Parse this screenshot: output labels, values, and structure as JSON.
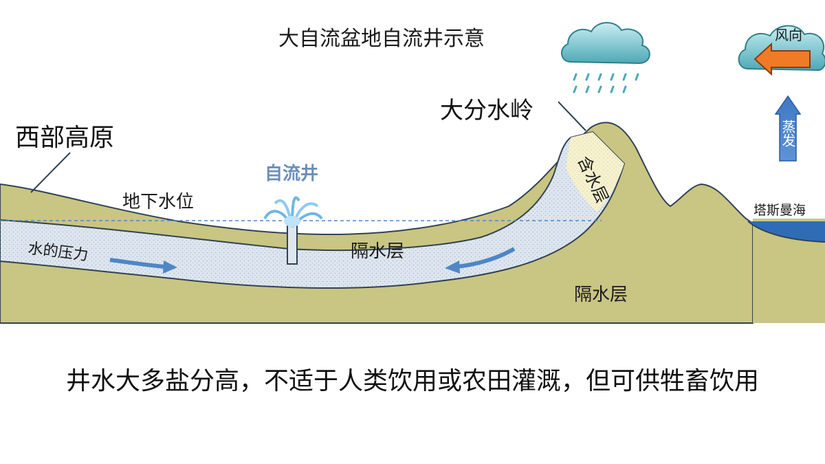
{
  "diagram": {
    "title": "大自流盆地自流井示意",
    "labels": {
      "western_plateau": "西部高原",
      "great_dividing_range": "大分水岭",
      "artesian_well": "自流井",
      "water_table": "地下水位",
      "water_pressure": "水的压力",
      "aquifer": "含水层",
      "aquiclude_upper": "隔水层",
      "aquiclude_lower": "隔水层",
      "tasman_sea": "塔斯曼海",
      "wind_direction": "风向",
      "evaporation": "蒸发"
    },
    "caption": "井水大多盐分高，不适于人类饮用或农田灌溉，但可供牲畜饮用",
    "colors": {
      "land": "#c9c582",
      "aquifer": "#dfe6ee",
      "aquifer_dots": "#a9bfd6",
      "aquifer_sand": "#f4efc6",
      "sea": "#2f6cb5",
      "arrow_blue": "#4f86c6",
      "wind_arrow": "#f07b27",
      "well_text": "#6b8fb9",
      "cloud": "#8ad0d8",
      "cloud_dark": "#3a8a96"
    }
  }
}
